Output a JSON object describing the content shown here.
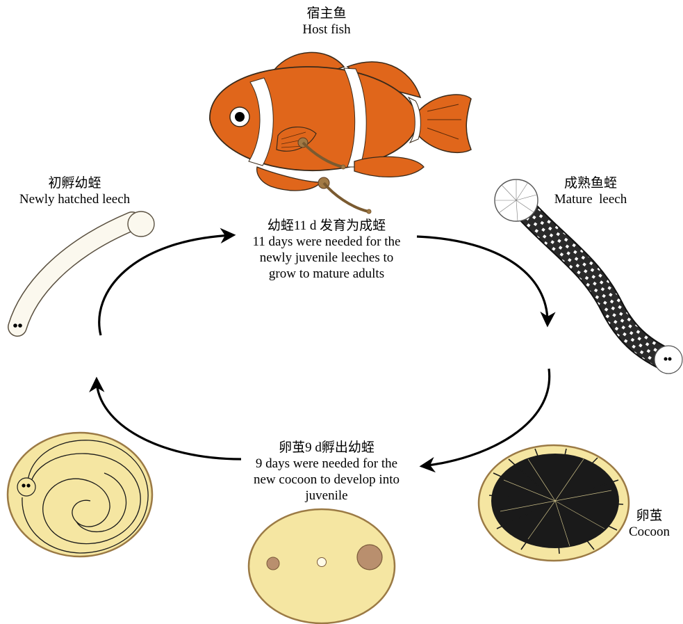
{
  "colors": {
    "fish_orange": "#e0661b",
    "fish_stripe": "#ffffff",
    "cocoon_fill": "#f5e6a2",
    "cocoon_border": "#9b7a45",
    "leech_pale": "#fbf8ee",
    "leech_dark": "#2a2a2a",
    "arrow": "#000000"
  },
  "labels": {
    "host_fish": {
      "zh": "宿主鱼",
      "en": "Host fish"
    },
    "newly_hatched": {
      "zh": "初孵幼蛭",
      "en": "Newly hatched leech"
    },
    "mature": {
      "zh": "成熟鱼蛭",
      "en": "Mature  leech"
    },
    "cocoon": {
      "zh": "卵茧",
      "en": "Cocoon"
    },
    "top_step": {
      "zh": "幼蛭11 d 发育为成蛭",
      "en": "11 days were needed for the\nnewly juvenile leeches to\ngrow to mature adults"
    },
    "bottom_step": {
      "zh": "卵茧9 d孵出幼蛭",
      "en": "9 days were needed for the\nnew cocoon to develop into\njuvenile"
    }
  }
}
